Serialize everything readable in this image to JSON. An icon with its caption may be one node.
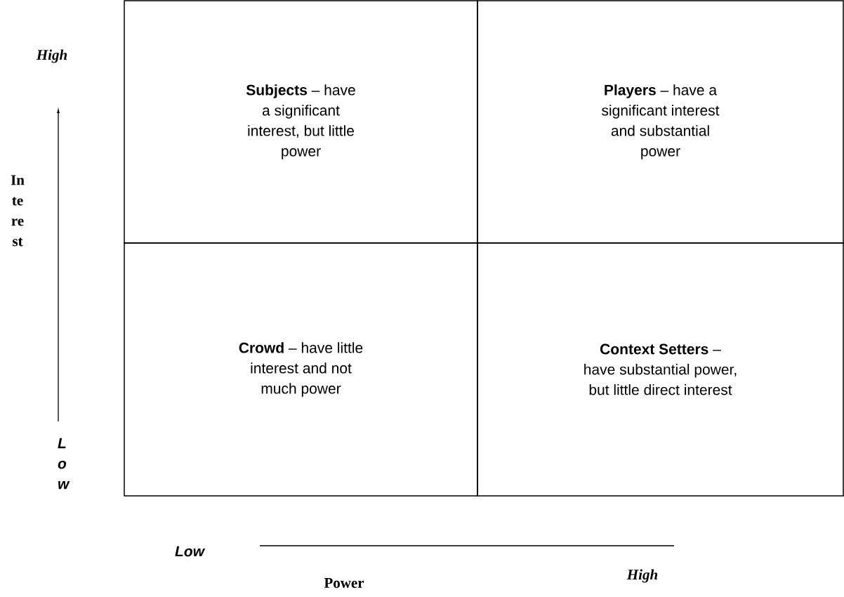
{
  "diagram": {
    "nodes": [
      {
        "text": [
          "**Subjects** – have a significant interest, but little power"
        ]
      },
      {
        "text": [
          "**Players** – have a significant interest and substantial power"
        ]
      },
      {
        "text": [
          "**Crowd** – have little interest and not much power"
        ]
      },
      {
        "text": [
          "**Context Setters** – have substantial power, but little direct interest"
        ]
      }
    ],
    "labels": [
      "High",
      "In te re st",
      "L o w",
      "Low",
      "High",
      "Power"
    ]
  }
}
